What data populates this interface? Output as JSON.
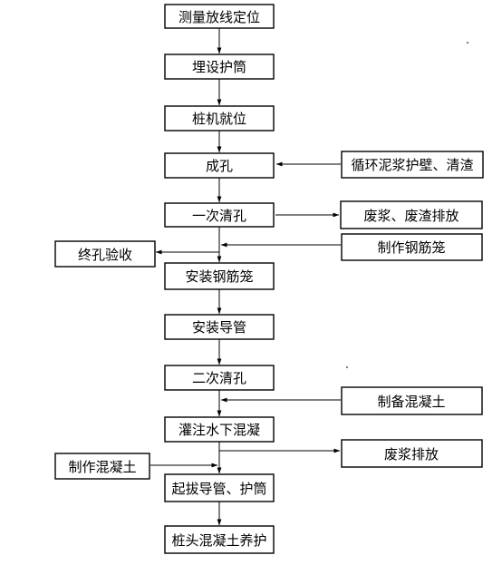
{
  "flowchart": {
    "main_steps": [
      "测量放线定位",
      "埋设护筒",
      "桩机就位",
      "成孔",
      "一次清孔",
      "安装钢筋笼",
      "安装导管",
      "二次清孔",
      "灌注水下混凝",
      "起拔导管、护筒",
      "桩头混凝土养护"
    ],
    "right_inputs": [
      "循环泥浆护壁、清渣",
      "制作钢筋笼",
      "制备混凝土"
    ],
    "right_outputs": [
      "废浆、废渣排放",
      "废浆排放"
    ],
    "left_outputs": [
      "终孔验收"
    ],
    "left_inputs": [
      "制作混凝土"
    ]
  },
  "colors": {
    "line": "#000000",
    "box_fill": "#ffffff"
  }
}
